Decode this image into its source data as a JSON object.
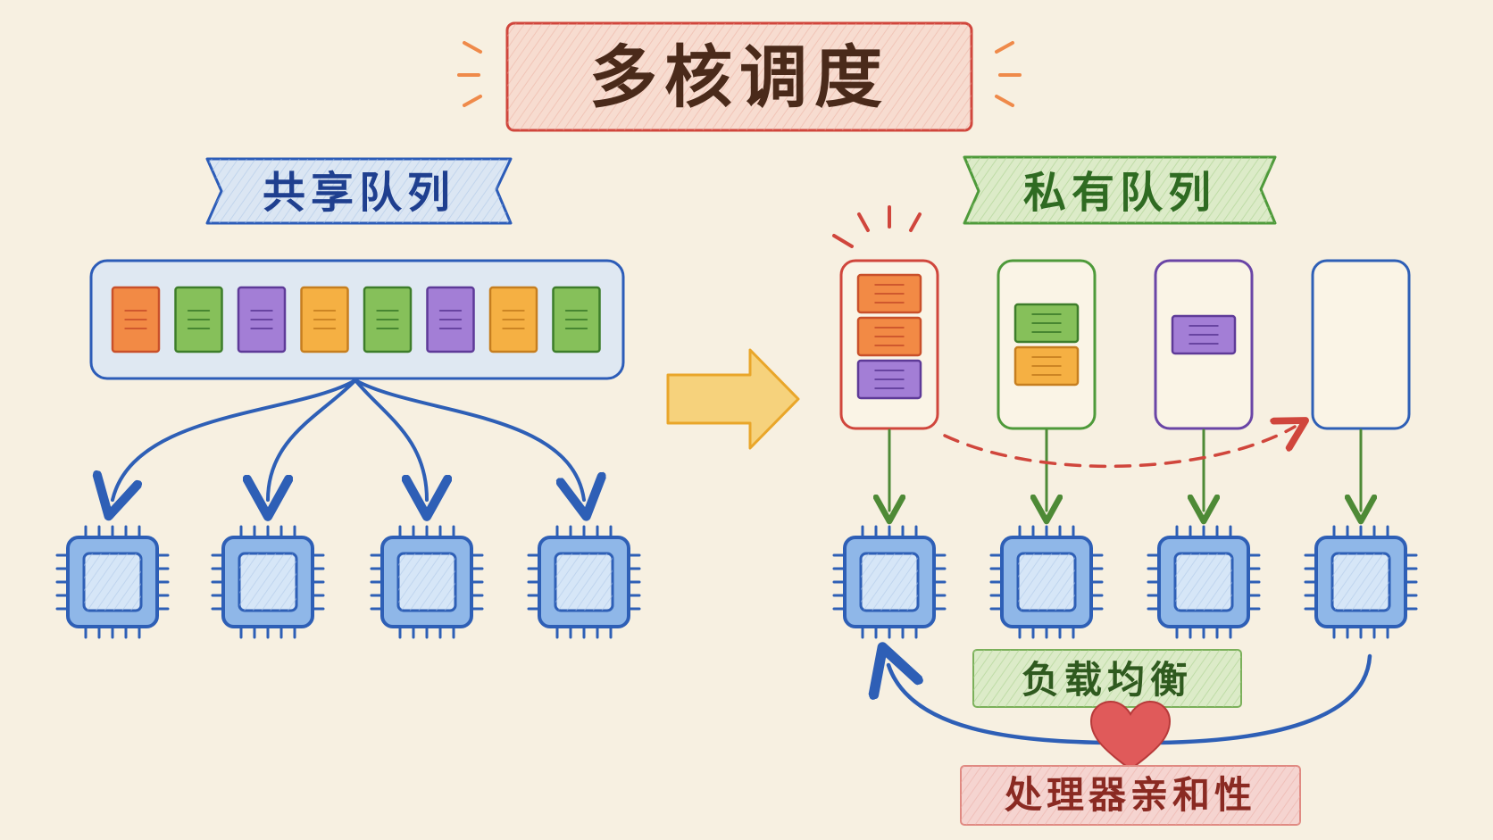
{
  "title": "多核调度",
  "shared_queue": {
    "label": "共享队列",
    "tasks": [
      "orange",
      "green",
      "purple",
      "amber",
      "green",
      "purple",
      "amber",
      "green"
    ],
    "cpu_count": 4
  },
  "private_queue": {
    "label": "私有队列",
    "queues": [
      {
        "tasks": [
          "orange",
          "orange",
          "purple"
        ],
        "highlighted": true
      },
      {
        "tasks": [
          "green",
          "amber"
        ],
        "highlighted": false
      },
      {
        "tasks": [
          "purple"
        ],
        "highlighted": false
      },
      {
        "tasks": [],
        "highlighted": false
      }
    ]
  },
  "load_balance_label": "负载均衡",
  "affinity_label": "处理器亲和性",
  "colors": {
    "background": "#f7f0e1",
    "title_text": "#4a2a1a",
    "title_border": "#d0463c",
    "title_fill": "#f7dcd0",
    "accent_orange": "#ef8a4a",
    "shared_text": "#1f3f8f",
    "shared_border": "#2c5cb8",
    "shared_fill": "#dbe6f3",
    "private_text": "#2f6b22",
    "private_border": "#4e9a3a",
    "private_fill": "#dcebc8",
    "cpu_border": "#2e5fb6",
    "cpu_fill": "#8fb7e8",
    "cpu_die": "#d6e6f7",
    "arrow_blue": "#2e5fb6",
    "arrow_green": "#4e8a36",
    "arrow_red": "#d0463c",
    "big_arrow": "#f3c66a",
    "heart": "#e05a5a",
    "affinity_fill": "#f5d4d0",
    "task": {
      "orange": {
        "fill": "#f28a45",
        "stroke": "#c9502a"
      },
      "green": {
        "fill": "#86c05a",
        "stroke": "#3d7d2a"
      },
      "purple": {
        "fill": "#a37ed6",
        "stroke": "#5e3a98"
      },
      "amber": {
        "fill": "#f5b043",
        "stroke": "#c67e1f"
      }
    },
    "queue_borders": [
      "#d0463c",
      "#4e9a3a",
      "#6a45a6",
      "#2e5fb6"
    ]
  }
}
